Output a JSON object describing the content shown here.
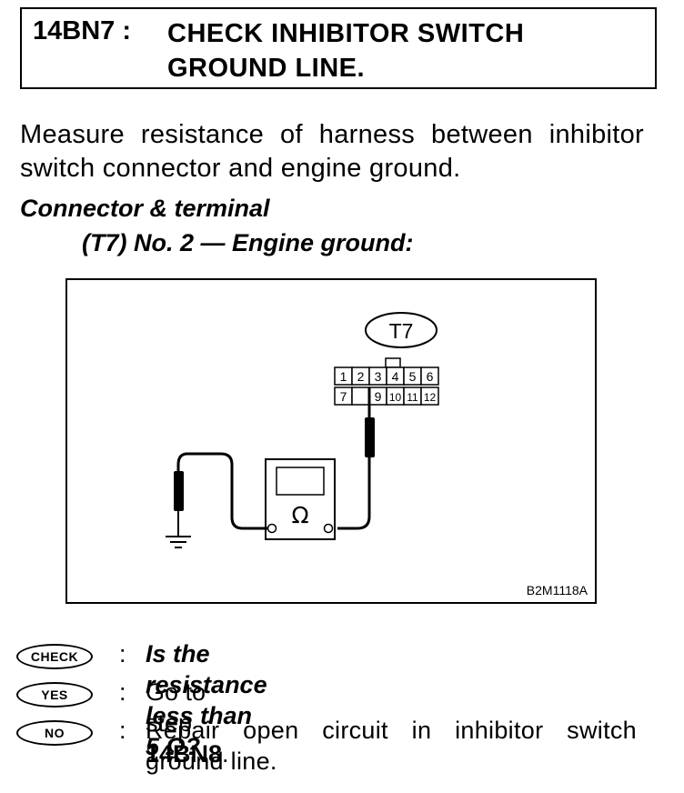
{
  "header": {
    "step_id": "14BN7 :",
    "title_line1": "CHECK INHIBITOR SWITCH",
    "title_line2": "GROUND LINE."
  },
  "instruction": "Measure resistance of harness between inhibitor switch connector and engine ground.",
  "connector": {
    "heading": "Connector & terminal",
    "line": "(T7) No. 2 — Engine ground:"
  },
  "figure": {
    "connector_label": "T7",
    "terminals_top": [
      "1",
      "2",
      "3",
      "4",
      "5",
      "6"
    ],
    "terminals_bottom": [
      "7",
      "",
      "9",
      "10",
      "11",
      "12"
    ],
    "meter_symbol": "Ω",
    "figure_code": "B2M1118A"
  },
  "answers": {
    "check_badge": "CHECK",
    "check_text": "Is the resistance less than 5 Ω?",
    "yes_badge": "YES",
    "yes_prefix": "Go to step ",
    "yes_step": "14BN8",
    "yes_suffix": ".",
    "no_badge": "NO",
    "no_text": "Repair open circuit in inhibitor switch ground line."
  },
  "colon": ":"
}
